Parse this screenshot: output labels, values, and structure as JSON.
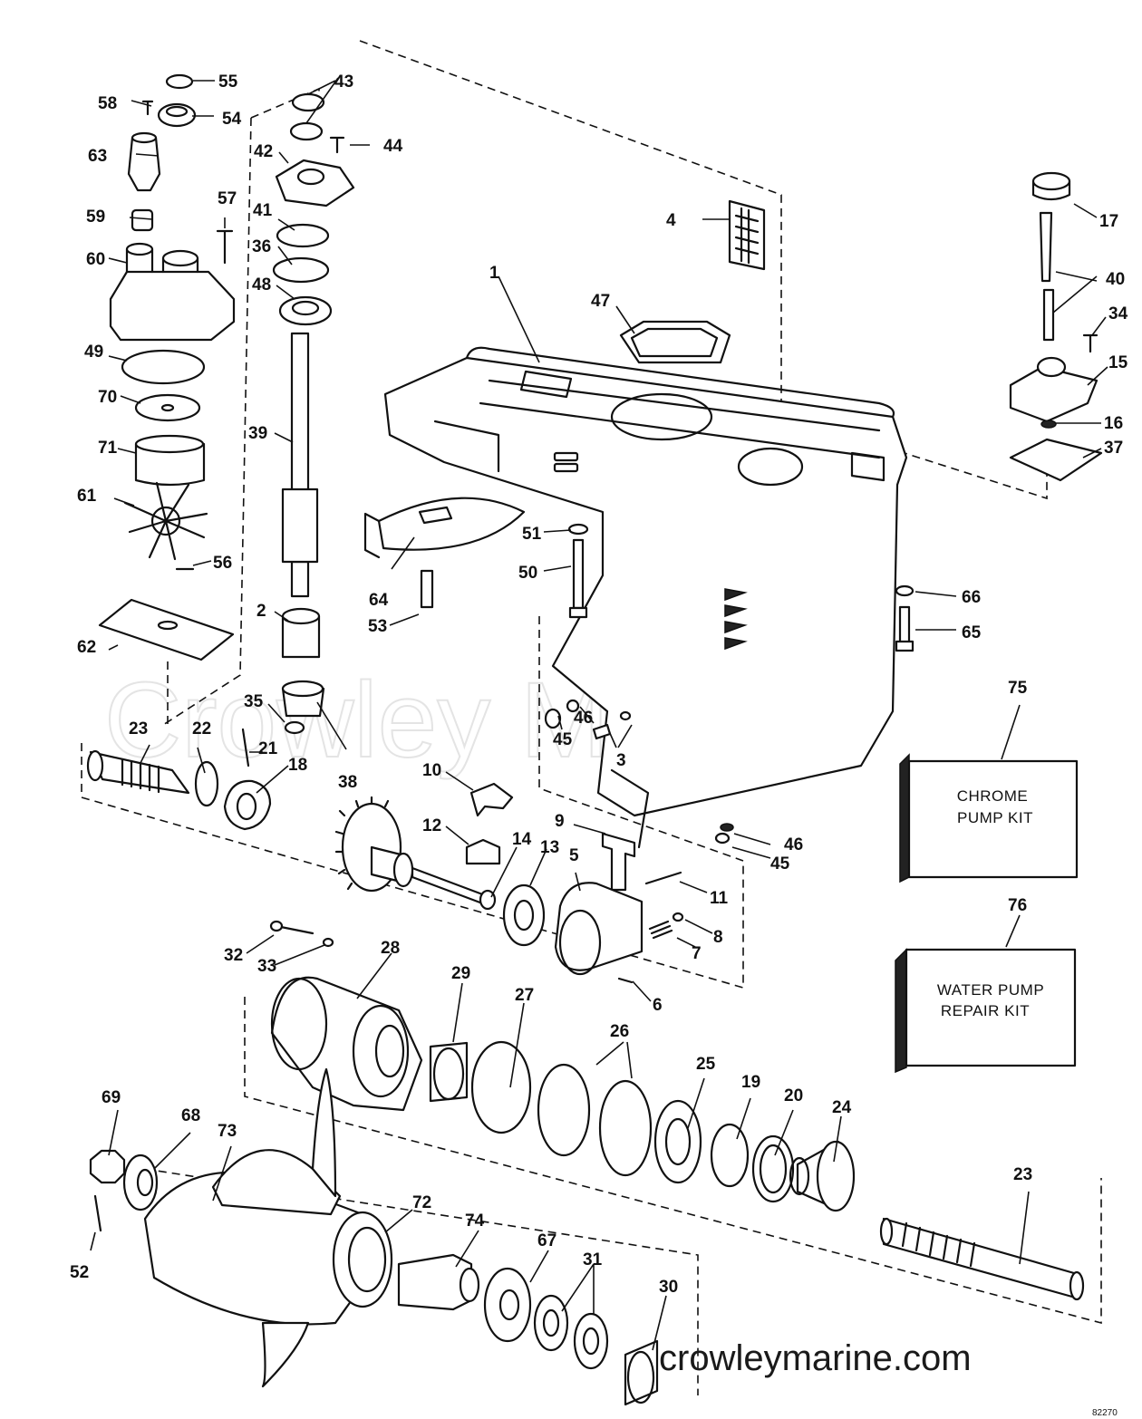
{
  "watermark": "Crowley Marine",
  "website": "crowleymarine.com",
  "drawing_number": "82270",
  "kits": {
    "chrome_pump": {
      "number": "75",
      "line1": "CHROME",
      "line2": "PUMP KIT"
    },
    "water_pump_repair": {
      "number": "76",
      "line1": "WATER PUMP",
      "line2": "REPAIR KIT"
    }
  },
  "callouts": [
    "1",
    "2",
    "3",
    "4",
    "5",
    "6",
    "7",
    "8",
    "9",
    "10",
    "11",
    "12",
    "13",
    "14",
    "15",
    "16",
    "17",
    "18",
    "19",
    "20",
    "21",
    "22",
    "23",
    "23",
    "24",
    "25",
    "26",
    "27",
    "28",
    "29",
    "30",
    "31",
    "32",
    "33",
    "34",
    "35",
    "36",
    "37",
    "38",
    "39",
    "40",
    "41",
    "42",
    "43",
    "44",
    "45",
    "45",
    "46",
    "46",
    "47",
    "48",
    "49",
    "50",
    "51",
    "52",
    "53",
    "54",
    "55",
    "56",
    "57",
    "58",
    "59",
    "60",
    "61",
    "62",
    "63",
    "64",
    "65",
    "66",
    "67",
    "68",
    "69",
    "70",
    "71",
    "72",
    "73",
    "74"
  ]
}
